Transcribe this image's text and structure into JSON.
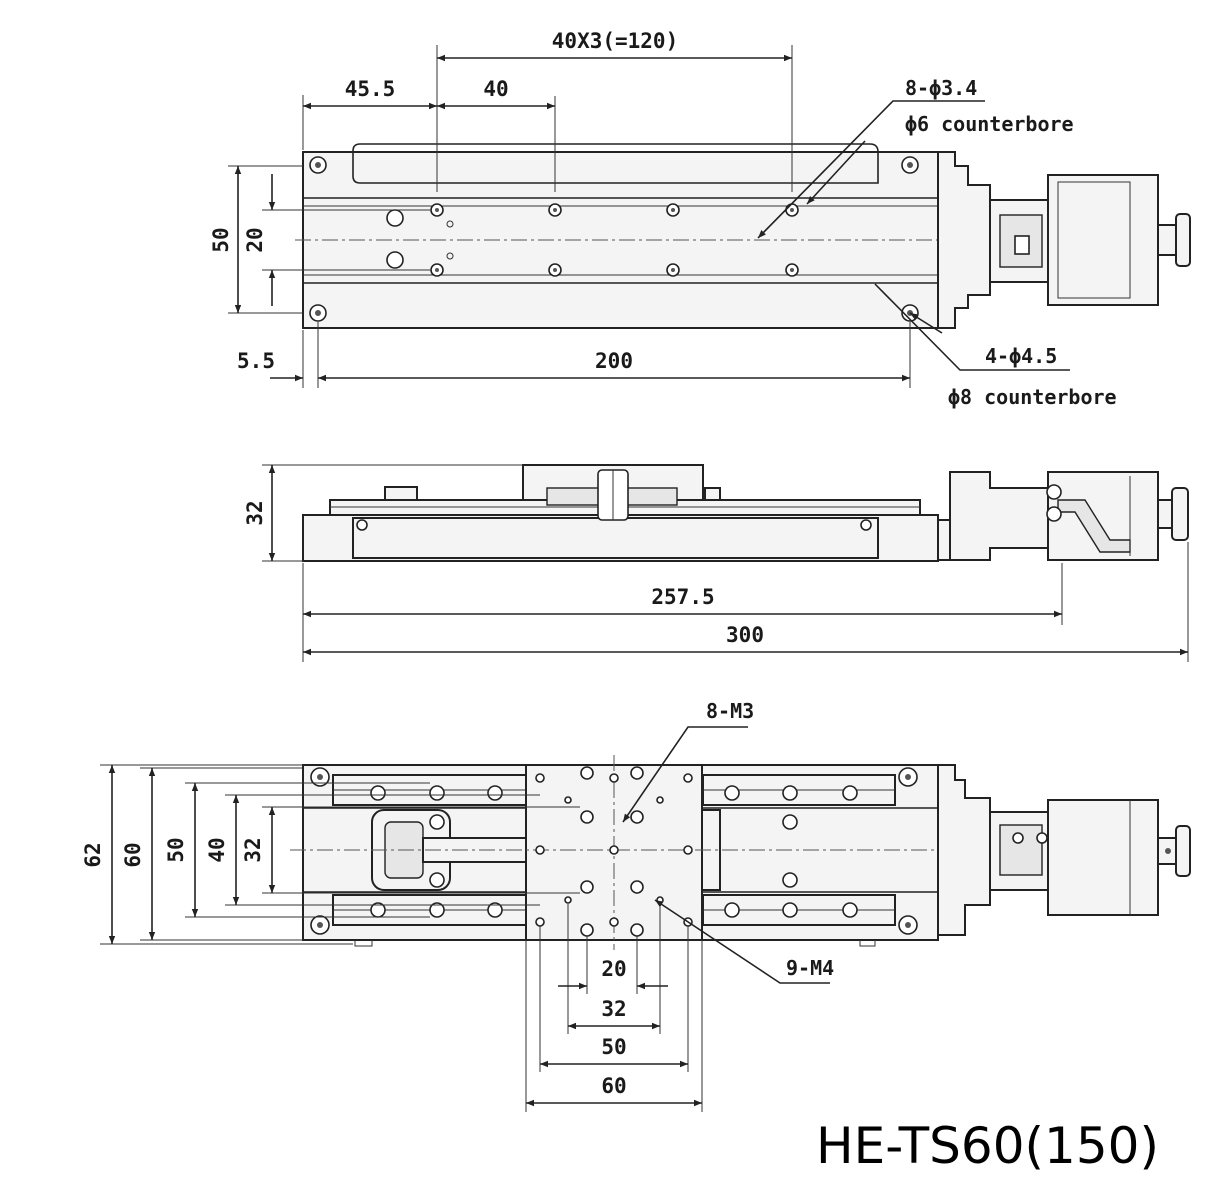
{
  "model": "HE-TS60(150)",
  "top_view": {
    "dims": {
      "pitch": "40X3(=120)",
      "offset": "45.5",
      "pitch_single": "40",
      "width": "50",
      "hole_spacing": "20",
      "edge": "5.5",
      "length": "200"
    },
    "notes": {
      "small_holes_count": "8-ϕ3.4",
      "small_holes_cb": "ϕ6 counterbore",
      "large_holes_count": "4-ϕ4.5",
      "large_holes_cb": "ϕ8 counterbore"
    }
  },
  "side_view": {
    "dims": {
      "height": "32",
      "body_length": "257.5",
      "overall_length": "300"
    }
  },
  "table_view": {
    "dims": {
      "w62": "62",
      "w60": "60",
      "w50": "50",
      "w40": "40",
      "w32": "32",
      "b20": "20",
      "b32": "32",
      "b50": "50",
      "b60": "60"
    },
    "notes": {
      "m3": "8-M3",
      "m4": "9-M4"
    }
  }
}
